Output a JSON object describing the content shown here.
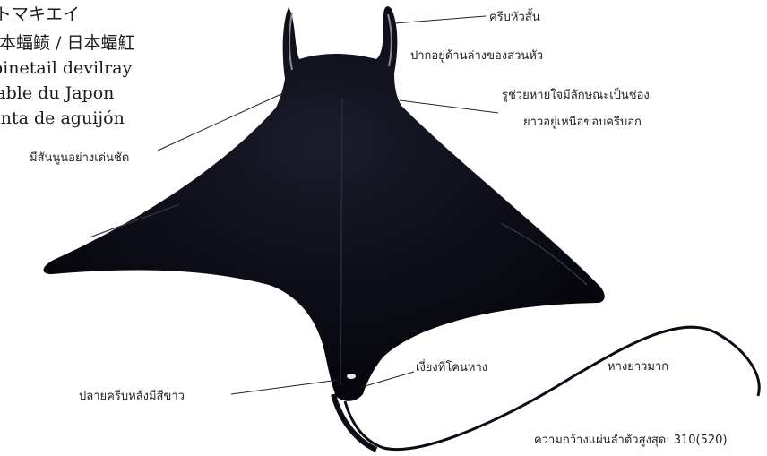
{
  "names": {
    "japanese_kana": "トマキエイ",
    "chinese": "日本蝠鲼 / 日本蝠魟",
    "english": "Spinetail devilray",
    "french": "Diable du Japon",
    "spanish": "Manta de aguijón"
  },
  "labels": {
    "short_head_fins": "ครีบหัวสั้น",
    "mouth_underside": "ปากอยู่ด้านล่างของส่วนหัว",
    "gill_slits": "รูช่วยหายใจมีลักษณะเป็นช่อง",
    "gill_slits_2": "ยาวอยู่เหนือขอบครีบอก",
    "prominent_ridge": "มีสันนูนอย่างเด่นชัด",
    "tail_spine": "เงี่ยงที่โคนหาง",
    "long_tail": "หางยาวมาก",
    "white_dorsal_tip": "ปลายครีบหลังมีสีขาว",
    "max_disc_width": "ความกว้างแผ่นลำตัวสูงสุด: 310(520)"
  },
  "colors": {
    "body": "#0c0c16",
    "background": "#ffffff",
    "text": "#222222"
  }
}
